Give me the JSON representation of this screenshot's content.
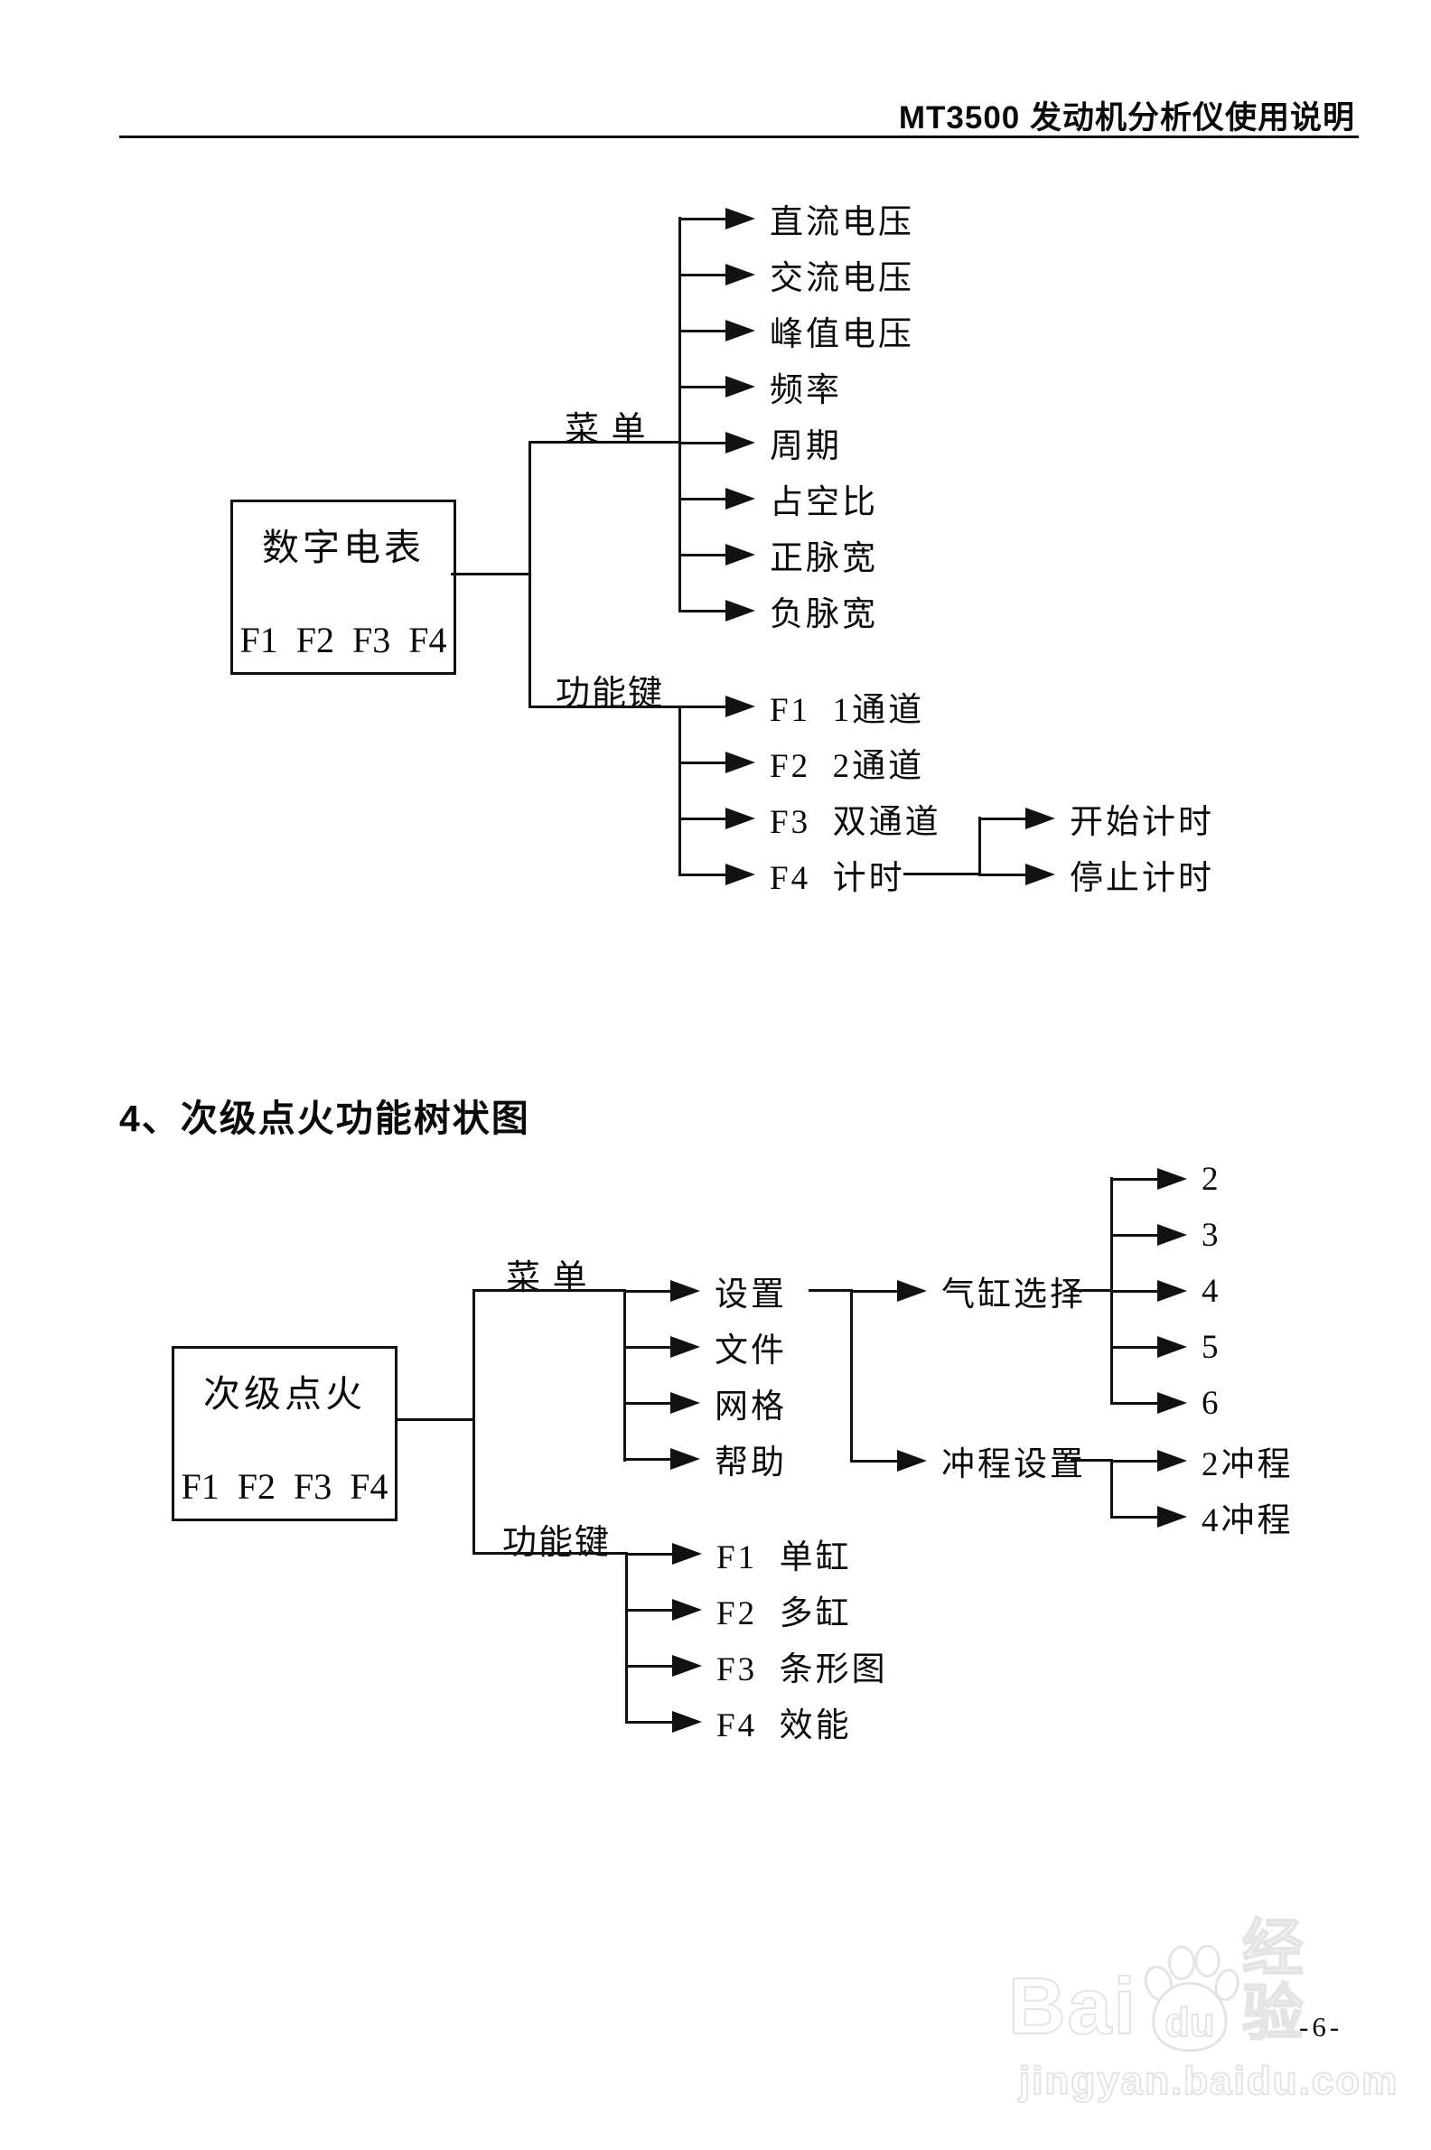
{
  "header": {
    "title": "MT3500 发动机分析仪使用说明"
  },
  "tree1": {
    "root": {
      "title": "数字电表",
      "keys": "F1  F2  F3  F4"
    },
    "menu_label": "菜 单",
    "fn_label": "功能键",
    "menu_items": [
      "直流电压",
      "交流电压",
      "峰值电压",
      "频率",
      "周期",
      "占空比",
      "正脉宽",
      "负脉宽"
    ],
    "fn_items": [
      "F1  1通道",
      "F2  2通道",
      "F3  双通道",
      "F4  计时"
    ],
    "timer_items": [
      "开始计时",
      "停止计时"
    ]
  },
  "section_heading": "4、次级点火功能树状图",
  "tree2": {
    "root": {
      "title": "次级点火",
      "keys": "F1  F2  F3  F4"
    },
    "menu_label": "菜 单",
    "fn_label": "功能键",
    "menu_items": [
      "设置",
      "文件",
      "网格",
      "帮助"
    ],
    "cylinder_label": "气缸选择",
    "cylinder_options": [
      "2",
      "3",
      "4",
      "5",
      "6"
    ],
    "stroke_label": "冲程设置",
    "stroke_options": [
      "2冲程",
      "4冲程"
    ],
    "fn_items": [
      "F1  单缸",
      "F2  多缸",
      "F3  条形图",
      "F4  效能"
    ]
  },
  "watermark": {
    "bai": "Bai",
    "du": "du",
    "jing": "经验",
    "domain": "jingyan.baidu.com"
  },
  "page_number": "-6-"
}
